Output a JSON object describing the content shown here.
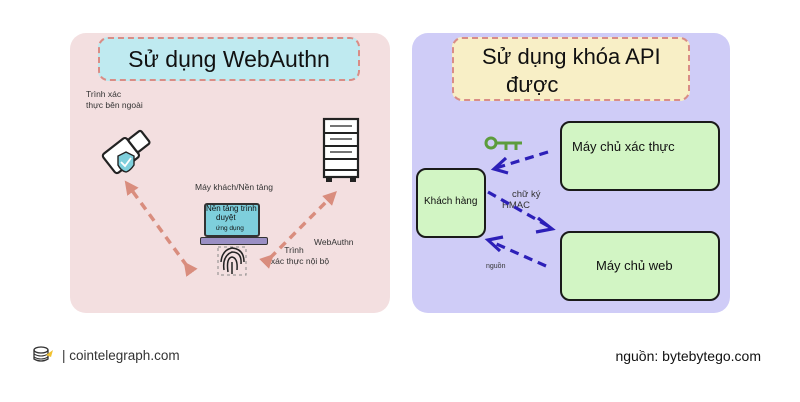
{
  "left_panel": {
    "title": "Sử dụng WebAuthn",
    "external_auth_line1": "Trình xác",
    "external_auth_line2": "thực bên ngoài",
    "client_platform": "Máy khách/Nền tảng",
    "browser_line1": "Nền tảng trình",
    "browser_line2": "duyệt",
    "app_label": "ứng dụng",
    "internal_auth_line1": "Trình",
    "internal_auth_line2": "xác thực nội bộ",
    "webauthn_label": "WebAuthn"
  },
  "right_panel": {
    "title_line1": "Sử dụng khóa API",
    "title_line2": "được",
    "auth_server": "Máy chủ xác  thực",
    "client": "Khách hàng",
    "signature_line1": "chữ ký",
    "signature_line2": "HMAC",
    "source_label": "nguồn",
    "web_server": "Máy chủ web"
  },
  "footer": {
    "site": "| cointelegraph.com",
    "source": "nguồn: bytebytego.com"
  },
  "colors": {
    "left_bg": "#f3dfe0",
    "right_bg": "#cfccf7",
    "dashed_arrow_left": "#d98d7e",
    "dashed_arrow_right": "#2c1fb8",
    "node_fill": "#d2f5c4",
    "key_color": "#5c9c3c"
  }
}
